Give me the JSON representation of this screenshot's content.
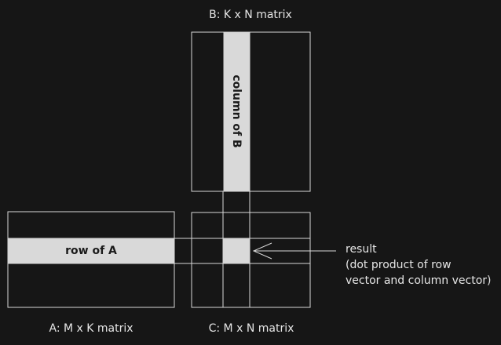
{
  "labels": {
    "matrix_b": "B: K x N matrix",
    "matrix_a": "A: M x K matrix",
    "matrix_c": "C: M x N matrix",
    "row_of_a": "row of A",
    "column_of_b": "column of B"
  },
  "annotation": {
    "line1": "result",
    "line2": "(dot product of row",
    "line3": "vector and column vector)"
  },
  "colors": {
    "background": "#161616",
    "border": "#d8d8d8",
    "highlight": "#d9d9d9",
    "text": "#e6e6e6"
  }
}
